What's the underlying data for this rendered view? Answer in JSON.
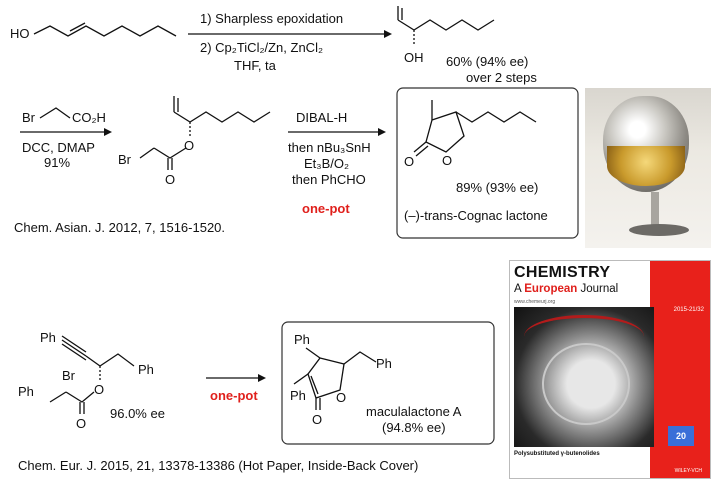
{
  "scheme1": {
    "sm_ho": "HO",
    "step1_line1": "1) Sharpless epoxidation",
    "step1_line2": "2) Cp₂TiCl₂/Zn, ZnCl₂",
    "step1_line3": "THF, ta",
    "product1_oh": "OH",
    "product1_yield": "60% (94% ee)",
    "product1_steps": "over 2 steps",
    "reagent2_br": "Br",
    "reagent2_acid": "CO₂H",
    "cond2_line1": "DCC, DMAP",
    "cond2_yield": "91%",
    "ester_br": "Br",
    "ester_o1": "O",
    "ester_o2": "O",
    "cond3_line1": "DIBAL-H",
    "cond3_line2": "then nBu₃SnH",
    "cond3_line3": "Et₃B/O₂",
    "cond3_line4": "then PhCHO",
    "one_pot": "one-pot",
    "lactone_o1": "O",
    "lactone_o2": "O",
    "lactone_yield": "89% (93% ee)",
    "lactone_name": "(–)-trans-Cognac lactone",
    "citation": "Chem. Asian. J. 2012, 7, 1516-1520."
  },
  "scheme2": {
    "sm_ph1": "Ph",
    "sm_ph2": "Ph",
    "sm_ph3": "Ph",
    "sm_br": "Br",
    "sm_o1": "O",
    "sm_o2": "O",
    "sm_ee": "96.0% ee",
    "one_pot": "one-pot",
    "prod_ph1": "Ph",
    "prod_ph2": "Ph",
    "prod_ph3": "Ph",
    "prod_o1": "O",
    "prod_o2": "O",
    "prod_name": "maculalactone A",
    "prod_ee": "(94.8% ee)",
    "citation": "Chem. Eur. J. 2015, 21, 13378-13386 (Hot Paper, Inside-Back Cover)"
  },
  "cover": {
    "title": "CHEMISTRY",
    "subtitle_a": "A",
    "subtitle_european": "European",
    "subtitle_journal": "Journal",
    "url": "www.chemeurj.org",
    "issue": "2015-21/32",
    "hot_paper": "Polysubstituted γ-butenolides",
    "badge": "20",
    "publisher": "WILEY-VCH"
  },
  "colors": {
    "accent_red": "#e0201c",
    "cover_red": "#e8211b"
  }
}
